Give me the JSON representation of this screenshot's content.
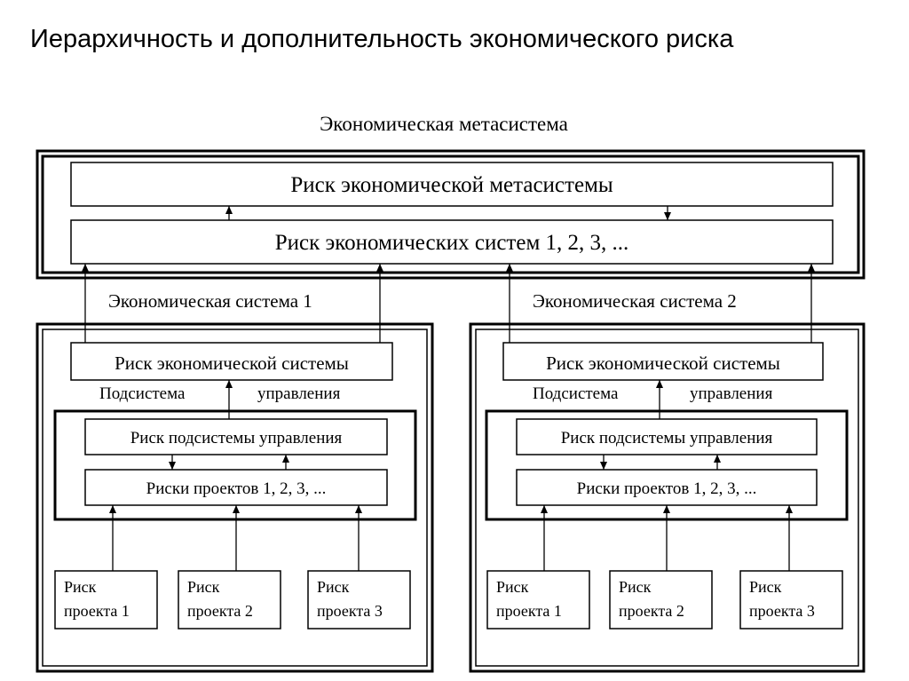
{
  "slide": {
    "title": "Иерархичность и дополнительность экономического риска"
  },
  "meta": {
    "caption": "Экономическая метасистема",
    "risk_meta": "Риск экономической метасистемы",
    "risk_systems": "Риск экономических систем 1, 2, 3, ..."
  },
  "systems": [
    {
      "caption": "Экономическая система 1",
      "risk_system": "Риск экономической системы",
      "subsystem_label_left": "Подсистема",
      "subsystem_label_right": "управления",
      "risk_subsystem": "Риск подсистемы управления",
      "risks_projects": "Риски проектов 1, 2, 3, ...",
      "projects": [
        {
          "line1": "Риск",
          "line2": "проекта 1"
        },
        {
          "line1": "Риск",
          "line2": "проекта 2"
        },
        {
          "line1": "Риск",
          "line2": "проекта 3"
        }
      ]
    },
    {
      "caption": "Экономическая система 2",
      "risk_system": "Риск экономической системы",
      "subsystem_label_left": "Подсистема",
      "subsystem_label_right": "управления",
      "risk_subsystem": "Риск подсистемы управления",
      "risks_projects": "Риски проектов 1, 2, 3, ...",
      "projects": [
        {
          "line1": "Риск",
          "line2": "проекта 1"
        },
        {
          "line1": "Риск",
          "line2": "проекта 2"
        },
        {
          "line1": "Риск",
          "line2": "проекта 3"
        }
      ]
    }
  ]
}
